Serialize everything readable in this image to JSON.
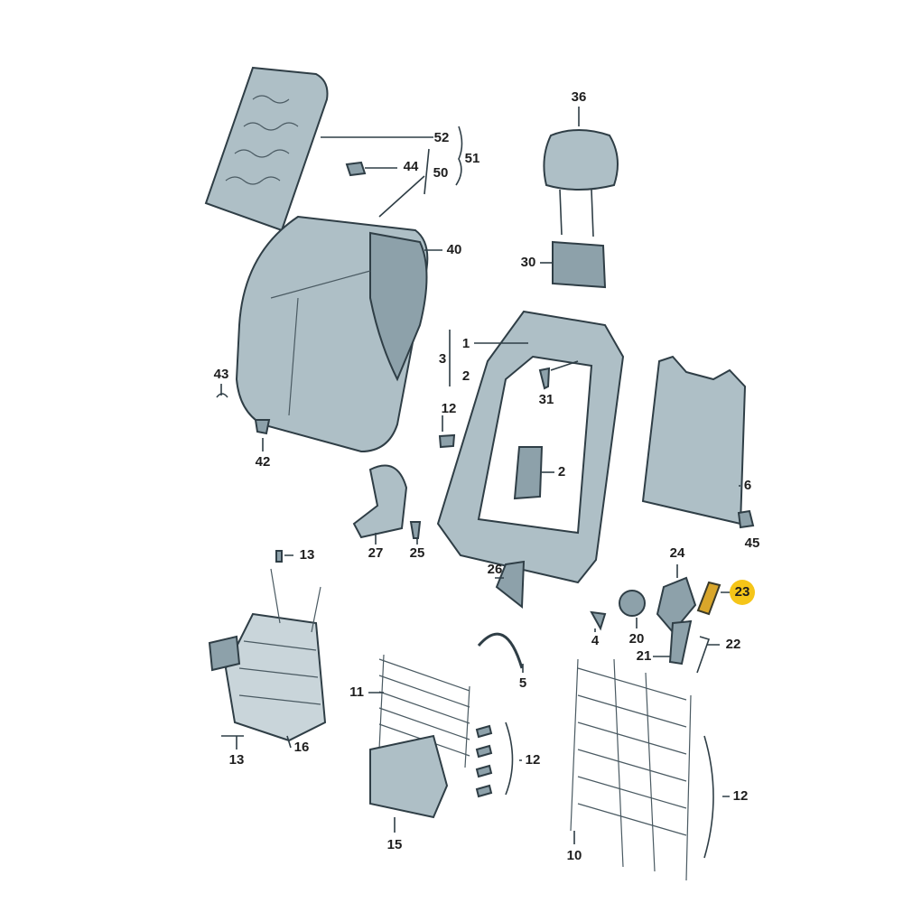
{
  "labels": [
    "52",
    "51",
    "44",
    "50",
    "36",
    "40",
    "30",
    "1",
    "3",
    "2",
    "31",
    "43",
    "12",
    "42",
    "2",
    "6",
    "45",
    "27",
    "25",
    "13",
    "24",
    "23",
    "26",
    "20",
    "4",
    "22",
    "21",
    "5",
    "11",
    "12",
    "16",
    "13",
    "12",
    "10",
    "15"
  ],
  "highlight": {
    "label": "23",
    "color": "#f5c518"
  },
  "colors": {
    "part_fill": "#aebfc6",
    "outline": "#2f3e46"
  }
}
